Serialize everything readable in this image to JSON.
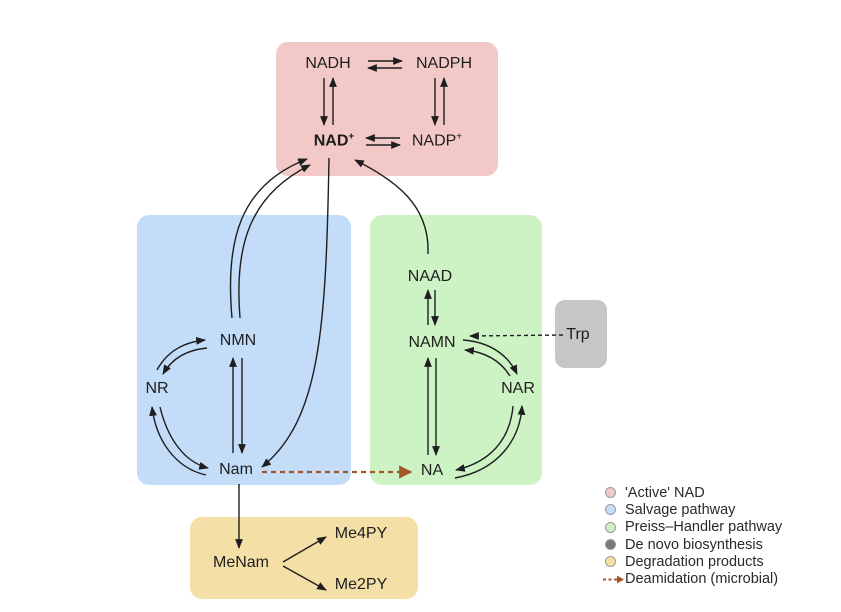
{
  "nodes": {
    "nadh": "NADH",
    "nadph": "NADPH",
    "nad_base": "NAD",
    "nad_sup": "+",
    "nadp_base": "NADP",
    "nadp_sup": "+",
    "nmn": "NMN",
    "nr": "NR",
    "nam": "Nam",
    "naad": "NAAD",
    "namn": "NAMN",
    "nar": "NAR",
    "na": "NA",
    "trp": "Trp",
    "menam": "MeNam",
    "me4py": "Me4PY",
    "me2py": "Me2PY"
  },
  "legend": [
    {
      "label": "'Active' NAD",
      "color": "#f2c9c7"
    },
    {
      "label": "Salvage pathway",
      "color": "#c3dcf7"
    },
    {
      "label": "Preiss–Handler pathway",
      "color": "#cdf2c4"
    },
    {
      "label": "De novo biosynthesis",
      "color": "#7a7a7a"
    },
    {
      "label": "Degradation products",
      "color": "#f4e0a6"
    },
    {
      "label": "Deamidation (microbial)",
      "color": "#a0572a"
    }
  ],
  "colors": {
    "arrow": "#1e1e1e",
    "deamidation": "#a0572a"
  }
}
